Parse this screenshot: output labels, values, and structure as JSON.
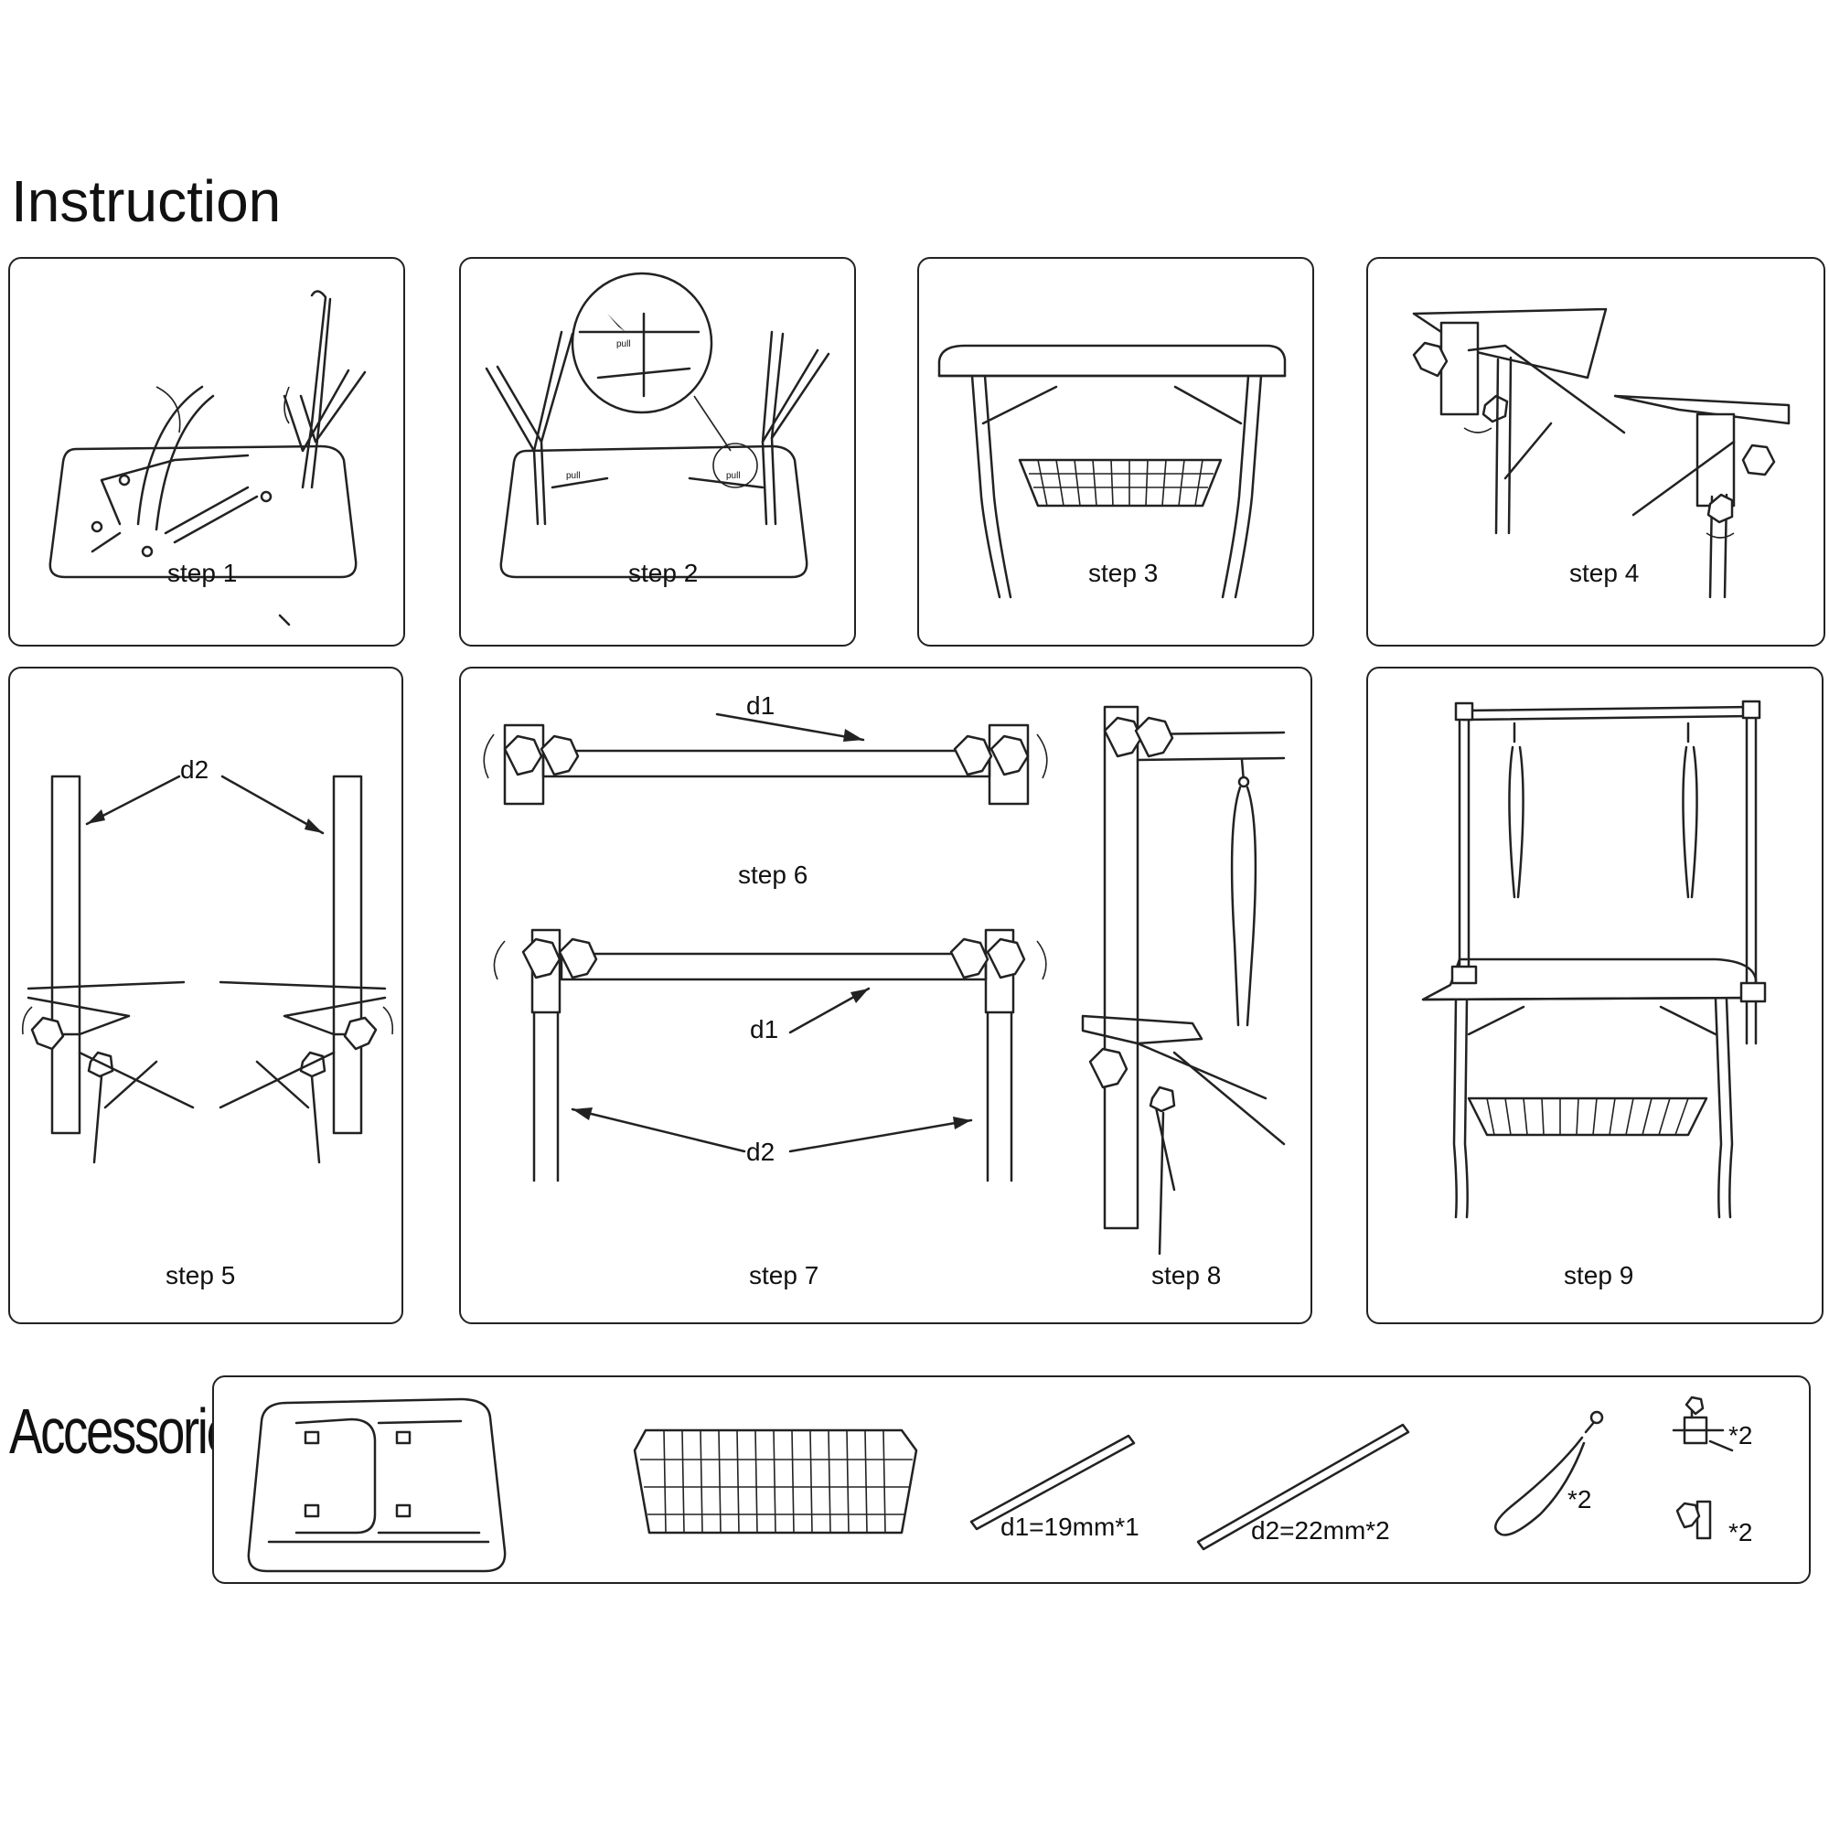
{
  "header": {
    "title": "Instruction"
  },
  "steps": {
    "s1": "step 1",
    "s2": "step 2",
    "s3": "step 3",
    "s4": "step 4",
    "s5": "step 5",
    "s6": "step 6",
    "s7": "step 7",
    "s8": "step 8",
    "s9": "step 9"
  },
  "callouts": {
    "pull": "pull",
    "d1": "d1",
    "d2": "d2"
  },
  "accessories": {
    "title": "Accessories",
    "d1": "d1=19mm*1",
    "d2": "d2=22mm*2",
    "leash_qty": "*2",
    "clamp_qty": "*2",
    "knob_qty": "*2"
  }
}
